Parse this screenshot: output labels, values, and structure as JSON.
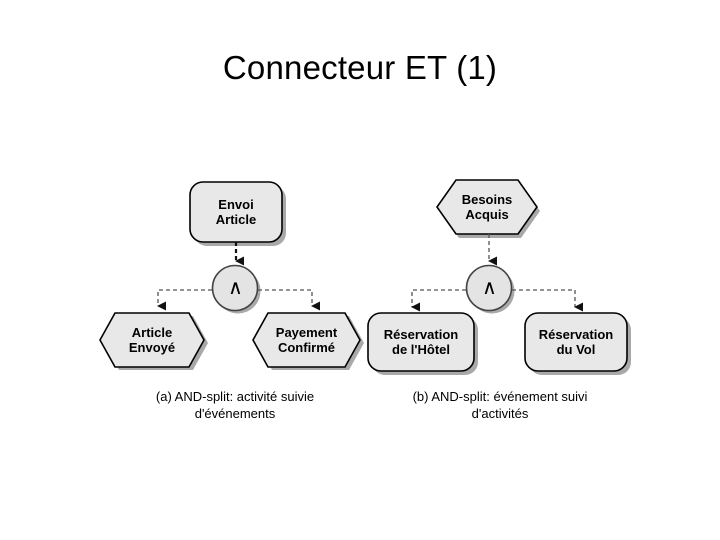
{
  "slide": {
    "title": "Connecteur ET (1)",
    "background_color": "#ffffff",
    "text_color": "#000000"
  },
  "style": {
    "shape_fill": "#e8e8e8",
    "shape_stroke": "#000000",
    "shadow_color": "#a6a6a6",
    "gate_fill": "#e0e0e0",
    "connector_color": "#555555"
  },
  "diagrams": [
    {
      "id": "and-split-activity",
      "caption": "(a) AND-split: activité suivie d'événements",
      "caption_line1": "(a) AND-split: activité suivie",
      "caption_line2": "d'événements",
      "source": {
        "shape": "rounded-rectangle",
        "kind": "activity",
        "line1": "Envoi",
        "line2": "Article"
      },
      "gate": {
        "shape": "circle",
        "symbol": "∧",
        "type": "AND-split"
      },
      "targets": [
        {
          "shape": "hexagon",
          "kind": "event",
          "line1": "Article",
          "line2": "Envoyé"
        },
        {
          "shape": "hexagon",
          "kind": "event",
          "line1": "Payement",
          "line2": "Confirmé"
        }
      ]
    },
    {
      "id": "and-split-event",
      "caption": "(b) AND-split: événement suivi d'activités",
      "caption_line1": "(b) AND-split: événement suivi",
      "caption_line2": "d'activités",
      "source": {
        "shape": "hexagon",
        "kind": "event",
        "line1": "Besoins",
        "line2": "Acquis"
      },
      "gate": {
        "shape": "circle",
        "symbol": "∧",
        "type": "AND-split"
      },
      "targets": [
        {
          "shape": "rounded-rectangle",
          "kind": "activity",
          "line1": "Réservation",
          "line2": "de l'Hôtel"
        },
        {
          "shape": "rounded-rectangle",
          "kind": "activity",
          "line1": "Réservation",
          "line2": "du Vol"
        }
      ]
    }
  ]
}
